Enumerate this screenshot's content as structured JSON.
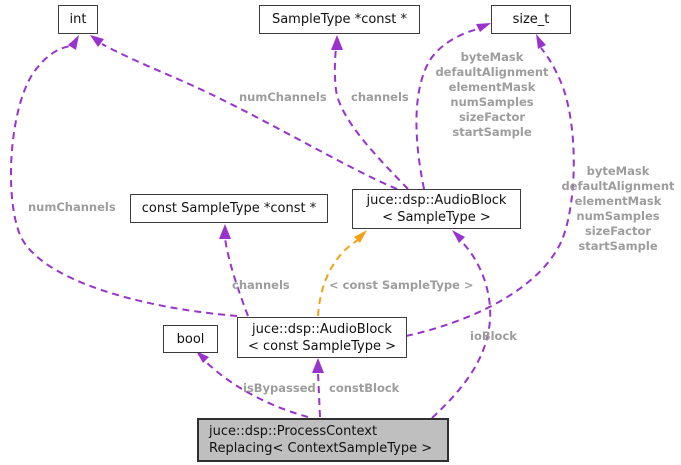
{
  "nodes": {
    "int_type": {
      "label": "int"
    },
    "sample_type_ptr": {
      "label": "SampleType *const *"
    },
    "size_t_type": {
      "label": "size_t"
    },
    "const_sample_type_ptr": {
      "label": "const SampleType *const *"
    },
    "audio_block": {
      "line1": "juce::dsp::AudioBlock",
      "line2": "< SampleType >"
    },
    "bool_type": {
      "label": "bool"
    },
    "audio_block_const": {
      "line1": "juce::dsp::AudioBlock",
      "line2": "< const SampleType >"
    },
    "process_context": {
      "line1": "juce::dsp::ProcessContext",
      "line2": "Replacing< ContextSampleType >"
    }
  },
  "edge_labels": {
    "num_channels_left": "numChannels",
    "num_channels_top": "numChannels",
    "channels_top": "channels",
    "channels_left": "channels",
    "template_instance": "< const SampleType >",
    "io_block": "ioBlock",
    "is_bypassed": "isBypassed",
    "const_block": "constBlock",
    "mask_stack_mid": [
      "byteMask",
      "defaultAlignment",
      "elementMask",
      "numSamples",
      "sizeFactor",
      "startSample"
    ],
    "mask_stack_right": [
      "byteMask",
      "defaultAlignment",
      "elementMask",
      "numSamples",
      "sizeFactor",
      "startSample"
    ]
  },
  "colors": {
    "usage_edge": "#9a32cd",
    "template_edge": "#f5a118",
    "edge_label": "#9d9d9d",
    "node_fill": "#ffffff",
    "node_border": "#3c3c3c",
    "highlight_fill": "#bfbfbf",
    "text": "#111111"
  }
}
